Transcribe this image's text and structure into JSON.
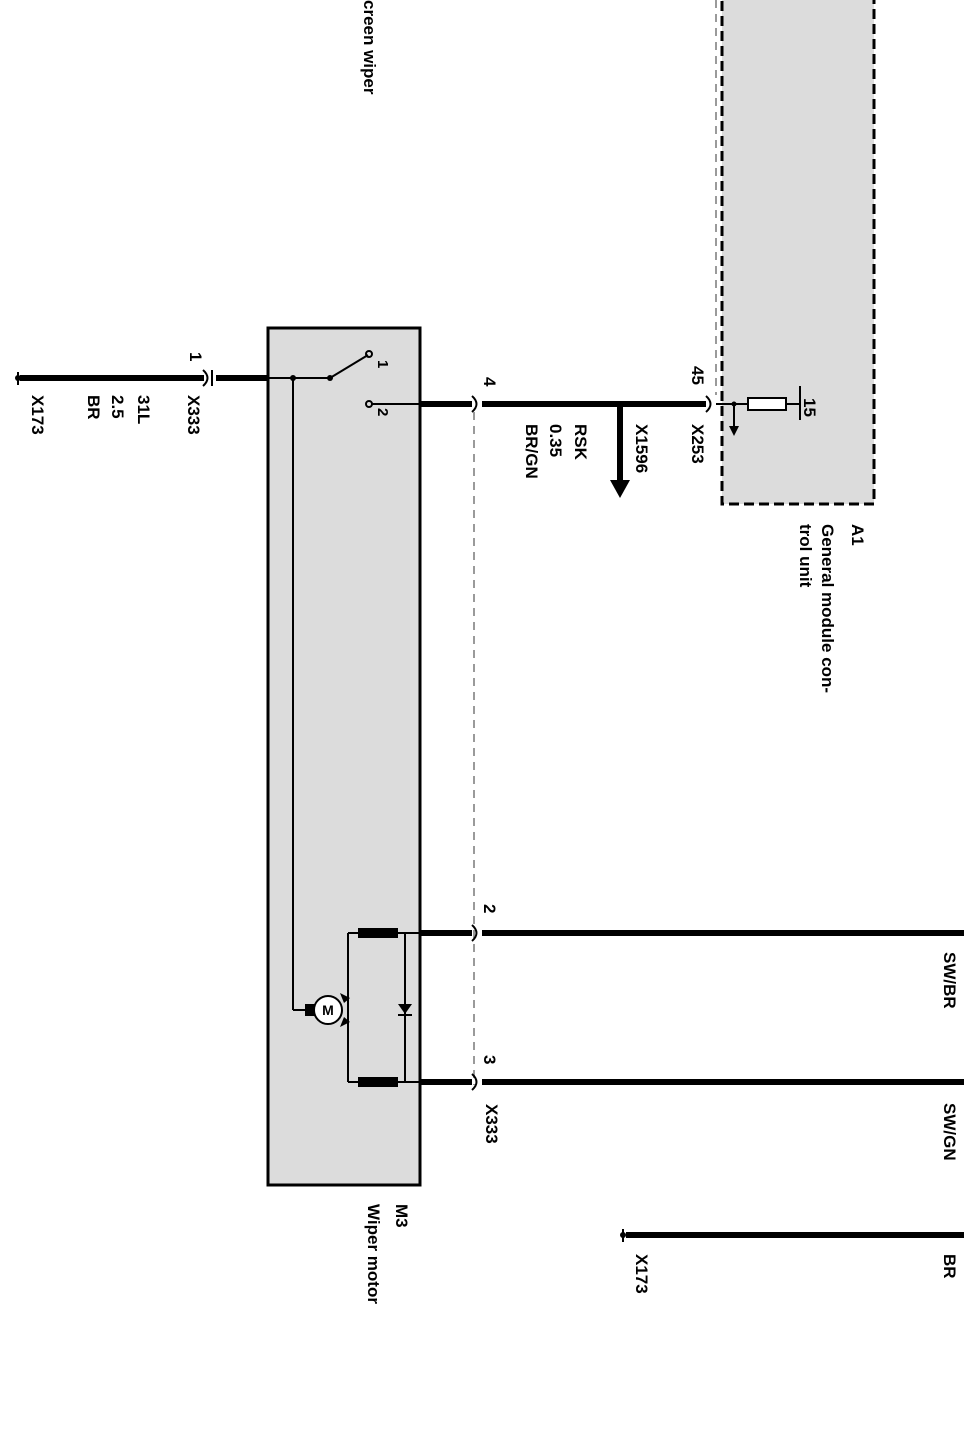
{
  "components": {
    "wiper_motor": {
      "id": "M3",
      "name": "Wiper motor"
    },
    "gm": {
      "id": "A1",
      "name_line1": "General module con-",
      "name_line2": "trol unit"
    },
    "screen_wiper_fragment": "creen wiper"
  },
  "connectors": {
    "x333_top": "X333",
    "x333_bottom": "X333",
    "x173_top": "X173",
    "x173_bottom": "X173",
    "x253": "X253",
    "x1596": "X1596"
  },
  "pins": {
    "x333_pin1": "1",
    "x333_pin4": "4",
    "x333_pin2": "2",
    "x333_pin3": "3",
    "x253_pin45": "45",
    "switch_pin1": "1",
    "switch_pin2": "2",
    "terminal15": "15"
  },
  "wires": {
    "ground_wire": {
      "terminal": "31L",
      "gauge": "2.5",
      "color": "BR"
    },
    "rsk_wire": {
      "terminal": "RSK",
      "gauge": "0.35",
      "color": "BR/GN"
    },
    "pin2_wire_color": "SW/BR",
    "pin3_wire_color": "SW/GN",
    "ground2_wire_color": "BR"
  },
  "motor_symbol": "M",
  "colors": {
    "line": "#000000",
    "box_fill": "#dcdcdc",
    "dash": "#9a9a9a"
  }
}
